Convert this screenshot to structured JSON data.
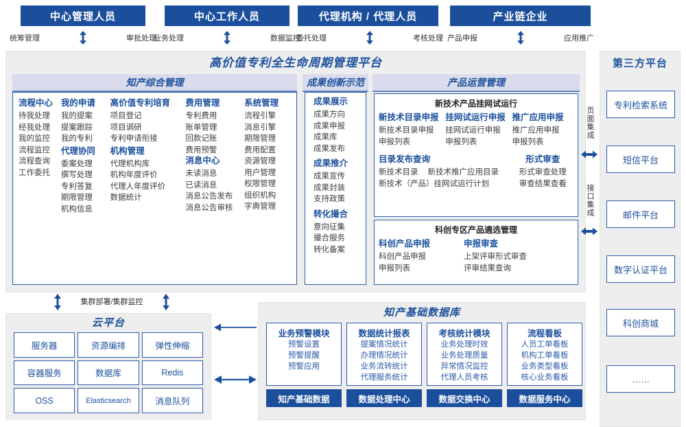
{
  "roles": [
    {
      "title": "中心管理人员",
      "left": "统筹管理",
      "right": "审批处理"
    },
    {
      "title": "中心工作人员",
      "left": "业务处理",
      "right": "数据监控"
    },
    {
      "title": "代理机构 / 代理人员",
      "left": "委托处理",
      "right": "考核处理"
    },
    {
      "title": "产业链企业",
      "left": "产品申报",
      "right": "应用推广"
    }
  ],
  "platform": {
    "title": "高价值专利全生命周期管理平台",
    "sections": [
      {
        "name": "知产综合管理",
        "columns": [
          {
            "groups": [
              {
                "title": "流程中心",
                "items": [
                  "待我处理",
                  "经我处理",
                  "我的监控",
                  "流程监控",
                  "流程查询",
                  "工作委托"
                ]
              }
            ]
          },
          {
            "groups": [
              {
                "title": "我的申请",
                "items": [
                  "我的提案",
                  "提案跟踪",
                  "我的专利"
                ]
              },
              {
                "title": "代理协同",
                "items": [
                  "委案处理",
                  "撰写处理",
                  "专利答复",
                  "期限管理",
                  "机构信息"
                ]
              }
            ]
          },
          {
            "groups": [
              {
                "title": "高价值专利培育",
                "items": [
                  "项目登记",
                  "项目调研",
                  "专利申请衔接"
                ]
              },
              {
                "title": "机构管理",
                "items": [
                  "代理机构库",
                  "机构年度评价",
                  "代理人年度评价",
                  "数据统计"
                ]
              }
            ]
          },
          {
            "groups": [
              {
                "title": "费用管理",
                "items": [
                  "专利费用",
                  "账单管理",
                  "回款记账",
                  "费用预警"
                ]
              },
              {
                "title": "消息中心",
                "items": [
                  "未读消息",
                  "已读消息",
                  "消息公告发布",
                  "消息公告审核"
                ]
              }
            ]
          },
          {
            "groups": [
              {
                "title": "系统管理",
                "items": [
                  "流程引擎",
                  "消息引擎",
                  "期限管理",
                  "费用配置",
                  "资源管理",
                  "用户管理",
                  "权限管理",
                  "组织机构",
                  "字典管理"
                ]
              }
            ]
          }
        ]
      },
      {
        "name": "成果创新示范",
        "columns": [
          {
            "groups": [
              {
                "title": "成果展示",
                "items": [
                  "成果方向",
                  "成果申报",
                  "成果库",
                  "成果发布"
                ]
              },
              {
                "title": "成果推介",
                "items": [
                  "成果宣传",
                  "成果封装",
                  "支持政策"
                ]
              },
              {
                "title": "转化撮合",
                "items": [
                  "意向征集",
                  "撮合服务",
                  "转化备案"
                ]
              }
            ]
          }
        ]
      }
    ],
    "product_ops": {
      "name": "产品运营管理",
      "box1": {
        "title": "新技术产品挂网试运行",
        "row1": [
          {
            "title": "新技术目录申报",
            "items": [
              "新技术目录申报",
              "申报列表"
            ]
          },
          {
            "title": "挂网试运行申报",
            "items": [
              "挂网试运行申报",
              "申报列表"
            ]
          },
          {
            "title": "推广应用申报",
            "items": [
              "推广应用申报",
              "申报列表"
            ]
          }
        ],
        "row2_left": {
          "title": "目录发布查询",
          "items": [
            "新技术目录",
            "新技术推广应用目录",
            "新技术（产品）挂网试运行计划"
          ]
        },
        "row2_right": {
          "title": "形式审查",
          "items": [
            "形式审查处理",
            "审查结果查看"
          ]
        }
      },
      "box2": {
        "title": "科创专区产品遴选管理",
        "cols": [
          {
            "title": "科创产品申报",
            "items": [
              "科创产品申报",
              "申报列表"
            ]
          },
          {
            "title": "申报审查",
            "items": [
              "上架评审形式审查",
              "评审结果查询"
            ]
          }
        ]
      }
    }
  },
  "third_party": {
    "title": "第三方平台",
    "integrations": [
      "页面集成",
      "接口集成"
    ],
    "boxes": [
      "专利检索系统",
      "短信平台",
      "邮件平台",
      "数字认证平台",
      "科创商城",
      "……"
    ]
  },
  "cloud": {
    "caption": "集群部署/集群监控",
    "title": "云平台",
    "cells": [
      "服务器",
      "资源编排",
      "弹性伸缩",
      "容器服务",
      "数据库",
      "Redis",
      "OSS",
      "Elasticsearch",
      "消息队列"
    ]
  },
  "database": {
    "title": "知产基础数据库",
    "columns": [
      {
        "header": "业务预警模块",
        "items": [
          "预警设置",
          "预警提醒",
          "预警应用"
        ],
        "footer": "知产基础数据"
      },
      {
        "header": "数据统计报表",
        "items": [
          "提案情况统计",
          "办理情况统计",
          "业务流转统计",
          "代理服务统计"
        ],
        "footer": "数据处理中心"
      },
      {
        "header": "考核统计模块",
        "items": [
          "业务处理时效",
          "业务处理质量",
          "异常情况监控",
          "代理人员考核"
        ],
        "footer": "数据交换中心"
      },
      {
        "header": "流程看板",
        "items": [
          "人员工单看板",
          "机构工单看板",
          "业务类型看板",
          "核心业务看板"
        ],
        "footer": "数据服务中心"
      }
    ]
  },
  "colors": {
    "brand_dark": "#1b4f9c",
    "brand_border": "#2a5aa8",
    "header_band": "#dadced",
    "panel_grey": "#eeeeee"
  }
}
